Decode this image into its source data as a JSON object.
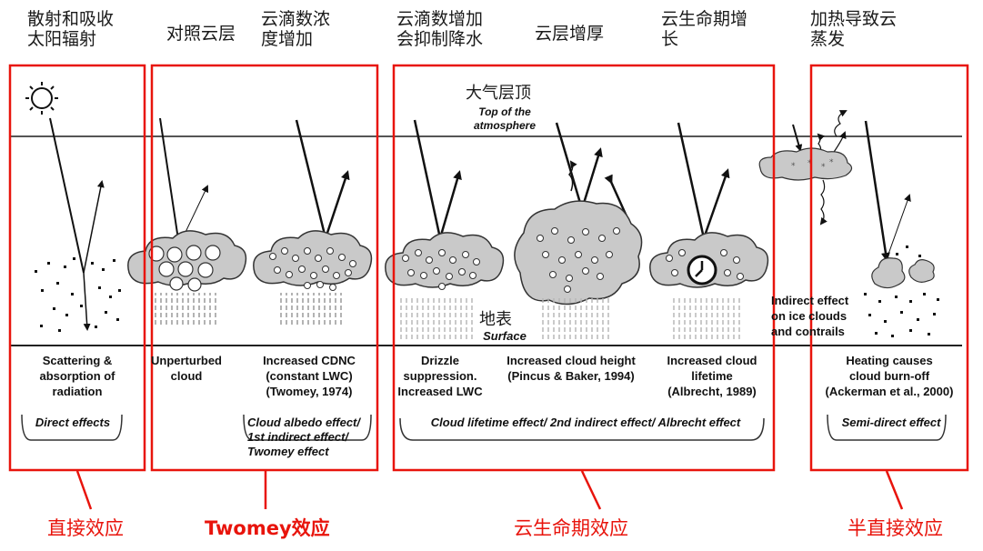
{
  "top_labels": {
    "direct": [
      "散射和吸收",
      "太阳辐射"
    ],
    "control": [
      "对照云层"
    ],
    "cdnc": [
      "云滴数浓",
      "度增加"
    ],
    "drizzle": [
      "云滴数增加",
      "会抑制降水"
    ],
    "thickening": [
      "云层增厚"
    ],
    "lifetime": [
      "云生命期增",
      "长"
    ],
    "burnoff": [
      "加热导致云",
      "蒸发"
    ]
  },
  "atmosphere": {
    "top_cn": "大气层顶",
    "top_en": [
      "Top of the",
      "atmosphere"
    ],
    "surface_cn": "地表",
    "surface_en": "Surface"
  },
  "panel_labels": {
    "scattering": [
      "Scattering &",
      "absorption of",
      "radiation"
    ],
    "unperturbed": [
      "Unperturbed",
      "cloud"
    ],
    "cdnc": [
      "Increased CDNC",
      "(constant LWC)",
      "(Twomey, 1974)"
    ],
    "drizzle": [
      "Drizzle",
      "suppression.",
      "Increased LWC"
    ],
    "height": [
      "Increased cloud height",
      "(Pincus & Baker, 1994)"
    ],
    "lifetime": [
      "Increased cloud",
      "lifetime",
      "(Albrecht, 1989)"
    ],
    "ice": [
      "Indirect effect",
      "on ice clouds",
      "and contrails"
    ],
    "heating": [
      "Heating causes",
      "cloud  burn-off",
      "(Ackerman et al., 2000)"
    ]
  },
  "effects": {
    "direct": "Direct effects",
    "albedo": [
      "Cloud albedo effect/",
      "1st indirect effect/",
      "Twomey effect"
    ],
    "lifetime": "Cloud lifetime effect/ 2nd indirect effect/ Albrecht effect",
    "semi": "Semi-direct effect"
  },
  "bottom_labels": {
    "direct": "直接效应",
    "twomey": "Twomey效应",
    "lifetime": "云生命期效应",
    "semi": "半直接效应"
  },
  "colors": {
    "accent_red": "#e8140c",
    "cloud_fill": "#c9c9c9",
    "line": "#333333"
  }
}
